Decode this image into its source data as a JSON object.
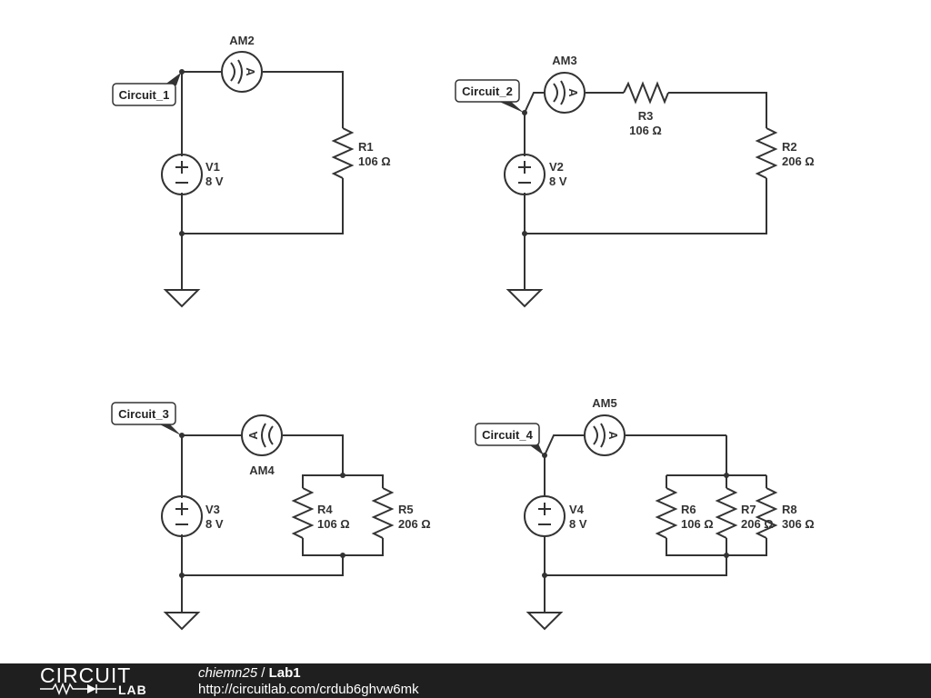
{
  "circuits": [
    {
      "net_label": "Circuit_1",
      "source": {
        "name": "V1",
        "value": "8 V"
      },
      "ammeter": "AM2",
      "resistors": [
        {
          "name": "R1",
          "value": "106 Ω"
        }
      ]
    },
    {
      "net_label": "Circuit_2",
      "source": {
        "name": "V2",
        "value": "8 V"
      },
      "ammeter": "AM3",
      "resistors": [
        {
          "name": "R3",
          "value": "106 Ω"
        },
        {
          "name": "R2",
          "value": "206 Ω"
        }
      ]
    },
    {
      "net_label": "Circuit_3",
      "source": {
        "name": "V3",
        "value": "8 V"
      },
      "ammeter": "AM4",
      "resistors": [
        {
          "name": "R4",
          "value": "106 Ω"
        },
        {
          "name": "R5",
          "value": "206 Ω"
        }
      ]
    },
    {
      "net_label": "Circuit_4",
      "source": {
        "name": "V4",
        "value": "8 V"
      },
      "ammeter": "AM5",
      "resistors": [
        {
          "name": "R6",
          "value": "106 Ω"
        },
        {
          "name": "R7",
          "value": "206 Ω"
        },
        {
          "name": "R8",
          "value": "306 Ω"
        }
      ]
    }
  ],
  "meter_symbol": "A",
  "footer": {
    "logo_top": "CIRCUIT",
    "logo_bottom": "LAB",
    "user": "chiemn25",
    "separator": " / ",
    "project": "Lab1",
    "url": "http://circuitlab.com/crdub6ghvw6mk"
  },
  "colors": {
    "wire": "#333333",
    "footer_bg": "#1f1f1f",
    "footer_text": "#ffffff"
  }
}
